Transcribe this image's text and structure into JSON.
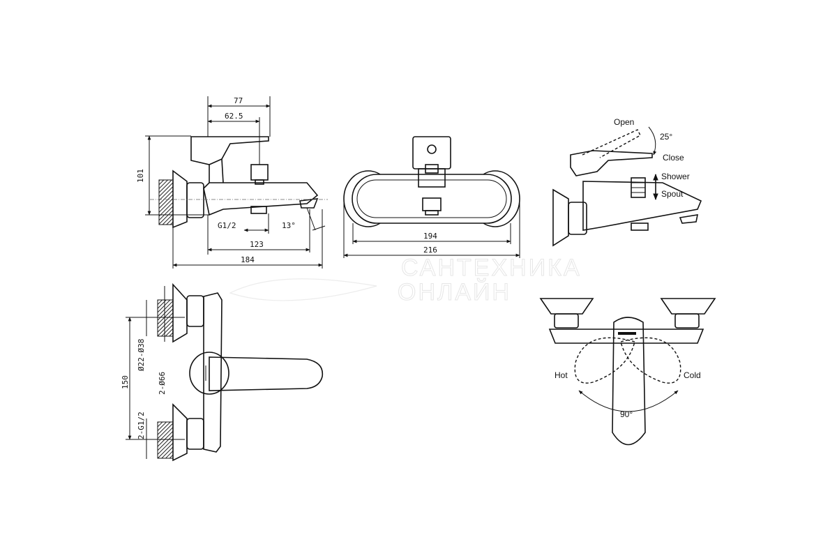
{
  "side_view": {
    "dim_77": "77",
    "dim_62_5": "62.5",
    "dim_101": "101",
    "dim_g12": "G1/2",
    "dim_13deg": "13°",
    "dim_123": "123",
    "dim_184": "184"
  },
  "front_view": {
    "dim_194": "194",
    "dim_216": "216"
  },
  "operation_view": {
    "open": "Open",
    "close": "Close",
    "angle_25": "25°",
    "shower": "Shower",
    "spout": "Spout"
  },
  "top_view": {
    "dim_150": "150",
    "dim_2g12": "2-G1/2",
    "dim_d22_38": "Ø22-Ø38",
    "dim_2d66": "2-Ø66"
  },
  "rotation_view": {
    "hot": "Hot",
    "cold": "Cold",
    "angle_90": "90°"
  },
  "watermark": {
    "line1": "САНТЕХНИКА",
    "line2": "ОНЛАЙН"
  }
}
